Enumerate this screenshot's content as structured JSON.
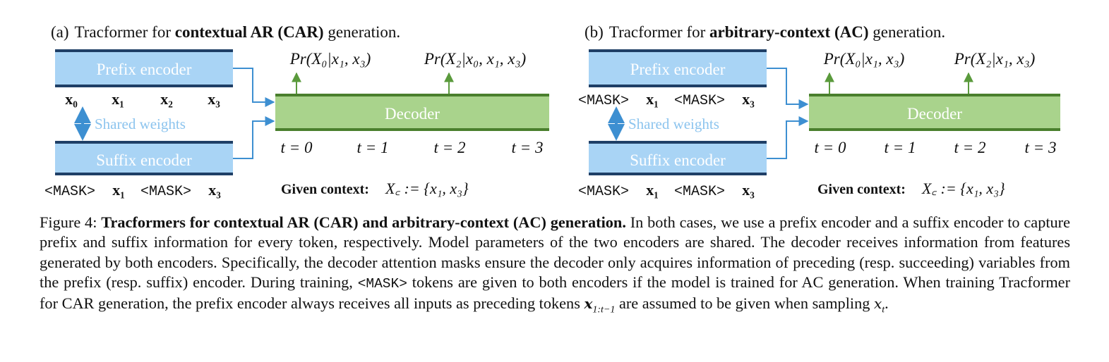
{
  "panels": [
    {
      "id": "a",
      "title_tag": "(a)",
      "title_pre": "Tracformer for ",
      "title_bold": "contextual AR (CAR)",
      "title_post": " generation.",
      "prefix_label": "Prefix encoder",
      "suffix_label": "Suffix encoder",
      "decoder_label": "Decoder",
      "shared_label": "Shared weights",
      "prefix_inputs": [
        "x₀",
        "x₁",
        "x₂",
        "x₃"
      ],
      "suffix_inputs": [
        "<MASK>",
        "x₁",
        "<MASK>",
        "x₃"
      ],
      "output_left": "Pr(X₀|x₁, x₃)",
      "output_right": "Pr(X₂|x₀, x₁, x₃)",
      "timesteps": [
        "t = 0",
        "t = 1",
        "t = 2",
        "t = 3"
      ],
      "context_label": "Given context:",
      "context_expr": "X꜀ := {x₁, x₃}"
    },
    {
      "id": "b",
      "title_tag": "(b)",
      "title_pre": "Tracformer for ",
      "title_bold": "arbitrary-context (AC)",
      "title_post": " generation.",
      "prefix_label": "Prefix encoder",
      "suffix_label": "Suffix encoder",
      "decoder_label": "Decoder",
      "shared_label": "Shared weights",
      "prefix_inputs": [
        "<MASK>",
        "x₁",
        "<MASK>",
        "x₃"
      ],
      "suffix_inputs": [
        "<MASK>",
        "x₁",
        "<MASK>",
        "x₃"
      ],
      "output_left": "Pr(X₀|x₁, x₃)",
      "output_right": "Pr(X₂|x₁, x₃)",
      "timesteps": [
        "t = 0",
        "t = 1",
        "t = 2",
        "t = 3"
      ],
      "context_label": "Given context:",
      "context_expr": "X꜀ := {x₁, x₃}"
    }
  ],
  "caption": {
    "figure_label": "Figure 4:",
    "bold_title": "Tracformers for contextual AR (CAR) and arbitrary-context (AC) generation.",
    "text_1": " In both cases, we use a prefix encoder and a suffix encoder to capture prefix and suffix information for every token, respectively. Model parameters of the two encoders are shared. The decoder receives information from features generated by both encoders. Specifically, the decoder attention masks ensure the decoder only acquires information of preceding (resp. succeeding) variables from the prefix (resp. suffix) encoder. During training, ",
    "mask_token": "<MASK>",
    "text_2": " tokens are given to both encoders if the model is trained for AC generation. When training Tracformer for CAR generation, the prefix encoder always receives all inputs as preceding tokens ",
    "math_1": "x",
    "math_1_sub": "1:t−1",
    "text_3": " are assumed to be given when sampling ",
    "math_2": "x",
    "math_2_sub": "t",
    "text_4": "."
  },
  "colors": {
    "encoder_fill": "#a9d4f5",
    "encoder_border": "#1f3f66",
    "decoder_fill": "#a9d38c",
    "decoder_border": "#4a7f2d",
    "shared_text": "#8cc4ee",
    "arrow_blue": "#3d8fd1",
    "arrow_green": "#5a9a3c"
  }
}
